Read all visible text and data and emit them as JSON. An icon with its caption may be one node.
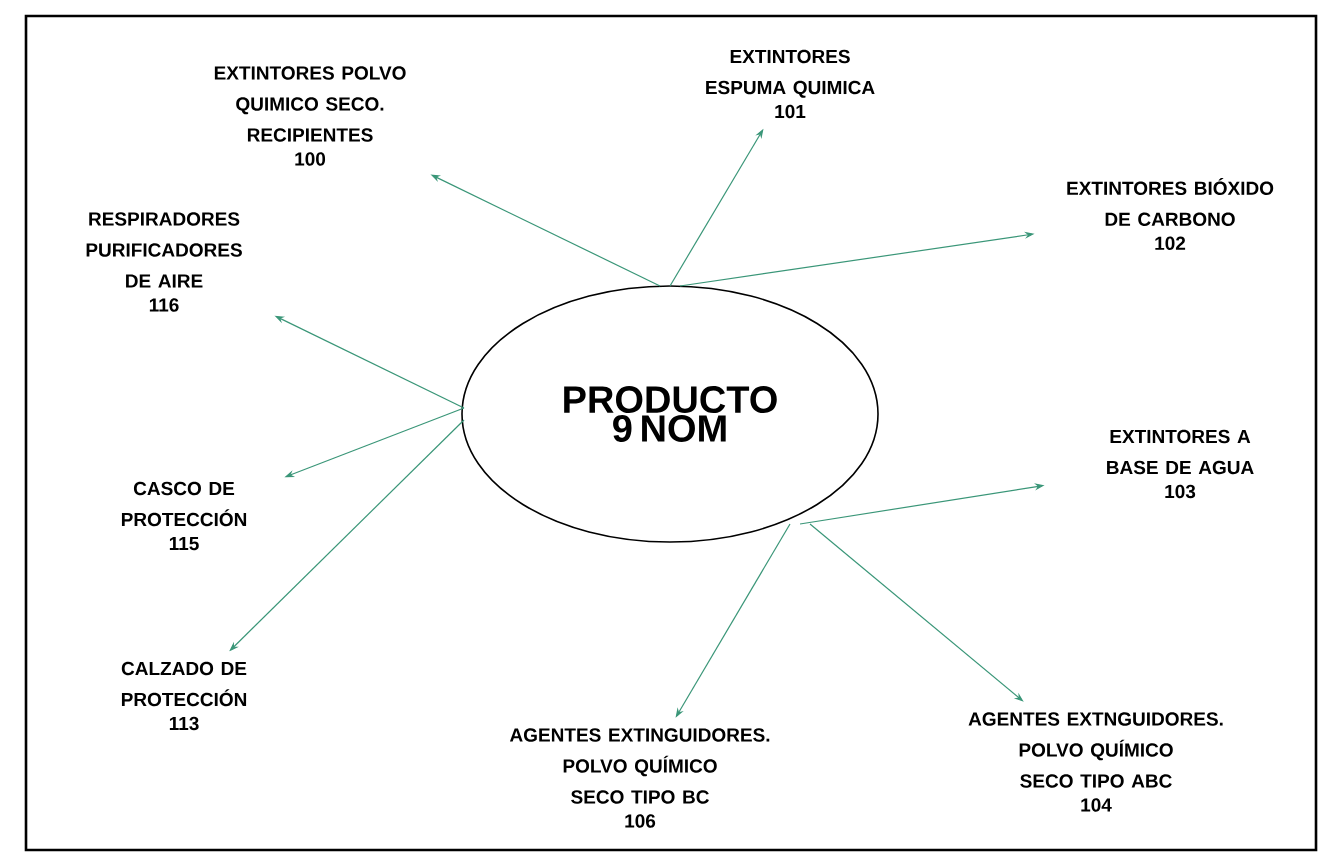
{
  "diagram": {
    "nodes": [
      {
        "text": [
          "PRODUCTO 9 NOM"
        ]
      },
      {
        "text": [
          "EXTINTORES POLVO QUIMICO SECO. RECIPIENTES",
          "100"
        ]
      },
      {
        "text": [
          "EXTINTORES ESPUMA QUIMICA",
          "101"
        ]
      },
      {
        "text": [
          "EXTINTORES BIÓXIDO DE CARBONO",
          "102"
        ]
      },
      {
        "text": [
          "RESPIRADORES PURIFICADORES DE AIRE",
          "116"
        ]
      },
      {
        "text": [
          "EXTINTORES A BASE DE AGUA",
          "103"
        ]
      },
      {
        "text": [
          "CASCO DE PROTECCIÓN",
          "115"
        ]
      },
      {
        "text": [
          "CALZADO DE PROTECCIÓN",
          "113"
        ]
      },
      {
        "text": [
          "AGENTES EXTINGUIDORES. POLVO QUÍMICO SECO TIPO BC",
          "106"
        ]
      },
      {
        "text": [
          "AGENTES EXTNGUIDORES. POLVO QUÍMICO SECO TIPO ABC",
          "104"
        ]
      }
    ],
    "edges": [
      {
        "from": 0,
        "to": 1,
        "arrow": "to"
      },
      {
        "from": 0,
        "to": 2,
        "arrow": "to"
      },
      {
        "from": 0,
        "to": 3,
        "arrow": "to"
      },
      {
        "from": 0,
        "to": 4,
        "arrow": "to"
      },
      {
        "from": 0,
        "to": 5,
        "arrow": "to"
      },
      {
        "from": 0,
        "to": 6,
        "arrow": "to"
      },
      {
        "from": 0,
        "to": 7,
        "arrow": "to"
      },
      {
        "from": 0,
        "to": 8,
        "arrow": "to"
      },
      {
        "from": 0,
        "to": 9,
        "arrow": "to"
      }
    ]
  }
}
